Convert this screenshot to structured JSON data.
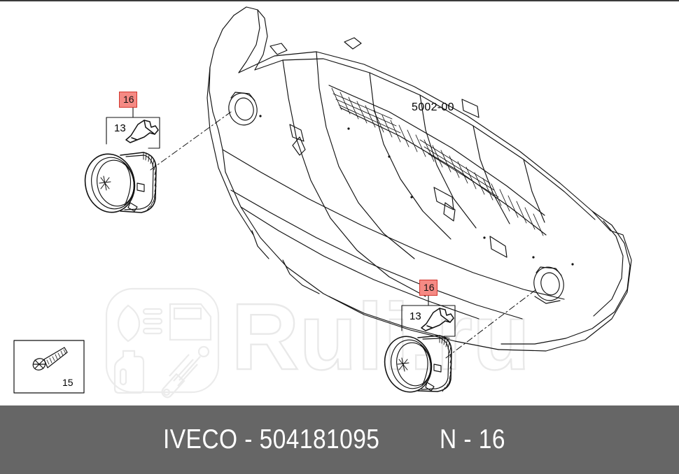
{
  "page": {
    "background": "#ffffff",
    "border_color": "#3a3a3a"
  },
  "diagram": {
    "type": "exploded-parts-diagram",
    "subject": "front bumper with fog lamps",
    "assembly_label": "5002-00",
    "callouts": [
      {
        "id": "left-fog-lamp-group",
        "highlight_number": "16",
        "sub_number": "13",
        "highlight_fill": "#f58a84",
        "highlight_border": "#d2352c",
        "parts": [
          "fog lamp assembly",
          "halogen bulb"
        ]
      },
      {
        "id": "right-fog-lamp-group",
        "highlight_number": "16",
        "sub_number": "13",
        "highlight_fill": "#f58a84",
        "highlight_border": "#d2352c",
        "parts": [
          "fog lamp assembly",
          "halogen bulb"
        ]
      }
    ],
    "hardware_box": {
      "number": "15",
      "part": "self-tapping screw"
    }
  },
  "watermark": {
    "text": "Ruli.ru",
    "logo_icons": [
      "headlight-icon",
      "door-panel-icon",
      "oil-bottle-icon",
      "shock-absorber-icon"
    ],
    "color": "#e9e9e9"
  },
  "footer": {
    "brand_and_number": "IVECO - 504181095",
    "section_code": "N - 16",
    "background": "#666666",
    "text_color": "#ffffff"
  }
}
